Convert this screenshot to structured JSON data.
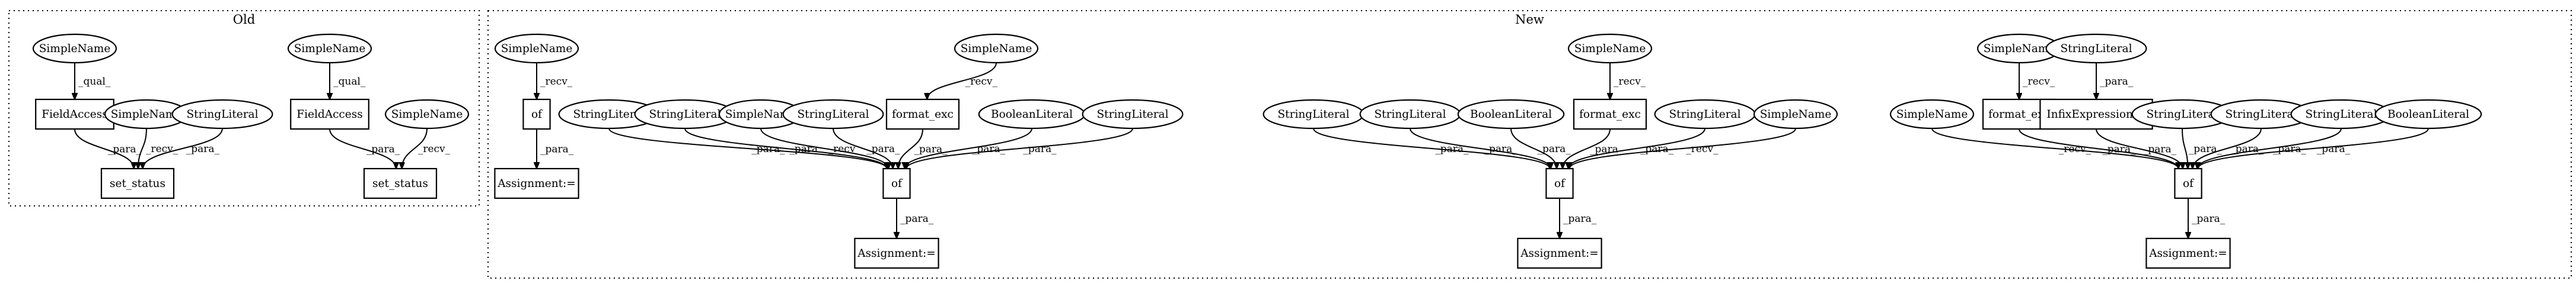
{
  "clusters": [
    {
      "id": "old",
      "label": "Old"
    },
    {
      "id": "new",
      "label": "New"
    }
  ],
  "nodes": [
    {
      "id": "o_sn1",
      "label": "SimpleName",
      "shape": "ellipse"
    },
    {
      "id": "o_fa1",
      "label": "FieldAccess",
      "shape": "box"
    },
    {
      "id": "o_sn2",
      "label": "SimpleName",
      "shape": "ellipse"
    },
    {
      "id": "o_sl1",
      "label": "StringLiteral",
      "shape": "ellipse"
    },
    {
      "id": "o_ss1",
      "label": "set_status",
      "shape": "box"
    },
    {
      "id": "o_sn3",
      "label": "SimpleName",
      "shape": "ellipse"
    },
    {
      "id": "o_fa2",
      "label": "FieldAccess",
      "shape": "box"
    },
    {
      "id": "o_sn4",
      "label": "SimpleName",
      "shape": "ellipse"
    },
    {
      "id": "o_ss2",
      "label": "set_status",
      "shape": "box"
    },
    {
      "id": "a_sn",
      "label": "SimpleName",
      "shape": "ellipse"
    },
    {
      "id": "a_of",
      "label": "of",
      "shape": "box"
    },
    {
      "id": "a_asg",
      "label": "Assignment:=",
      "shape": "box"
    },
    {
      "id": "b_sn_top",
      "label": "SimpleName",
      "shape": "ellipse"
    },
    {
      "id": "b_sl1",
      "label": "StringLiteral",
      "shape": "ellipse"
    },
    {
      "id": "b_sl2",
      "label": "StringLiteral",
      "shape": "ellipse"
    },
    {
      "id": "b_sn",
      "label": "SimpleName",
      "shape": "ellipse"
    },
    {
      "id": "b_sl3",
      "label": "StringLiteral",
      "shape": "ellipse"
    },
    {
      "id": "b_fe",
      "label": "format_exc",
      "shape": "box"
    },
    {
      "id": "b_bl",
      "label": "BooleanLiteral",
      "shape": "ellipse"
    },
    {
      "id": "b_sl4",
      "label": "StringLiteral",
      "shape": "ellipse"
    },
    {
      "id": "b_of",
      "label": "of",
      "shape": "box"
    },
    {
      "id": "b_asg",
      "label": "Assignment:=",
      "shape": "box"
    },
    {
      "id": "c_sn_top",
      "label": "SimpleName",
      "shape": "ellipse"
    },
    {
      "id": "c_sl1",
      "label": "StringLiteral",
      "shape": "ellipse"
    },
    {
      "id": "c_sl2",
      "label": "StringLiteral",
      "shape": "ellipse"
    },
    {
      "id": "c_bl",
      "label": "BooleanLiteral",
      "shape": "ellipse"
    },
    {
      "id": "c_fe",
      "label": "format_exc",
      "shape": "box"
    },
    {
      "id": "c_sl3",
      "label": "StringLiteral",
      "shape": "ellipse"
    },
    {
      "id": "c_sn",
      "label": "SimpleName",
      "shape": "ellipse"
    },
    {
      "id": "c_of",
      "label": "of",
      "shape": "box"
    },
    {
      "id": "c_asg",
      "label": "Assignment:=",
      "shape": "box"
    },
    {
      "id": "d_sn_top",
      "label": "SimpleName",
      "shape": "ellipse"
    },
    {
      "id": "d_sl_top",
      "label": "StringLiteral",
      "shape": "ellipse"
    },
    {
      "id": "d_sn",
      "label": "SimpleName",
      "shape": "ellipse"
    },
    {
      "id": "d_fe",
      "label": "format_exc",
      "shape": "box"
    },
    {
      "id": "d_ie",
      "label": "InfixExpression:+",
      "shape": "box"
    },
    {
      "id": "d_sl1",
      "label": "StringLiteral",
      "shape": "ellipse"
    },
    {
      "id": "d_sl2",
      "label": "StringLiteral",
      "shape": "ellipse"
    },
    {
      "id": "d_sl3",
      "label": "StringLiteral",
      "shape": "ellipse"
    },
    {
      "id": "d_bl",
      "label": "BooleanLiteral",
      "shape": "ellipse"
    },
    {
      "id": "d_of",
      "label": "of",
      "shape": "box"
    },
    {
      "id": "d_asg",
      "label": "Assignment:=",
      "shape": "box"
    }
  ],
  "edges": [
    {
      "from": "o_sn1",
      "to": "o_fa1",
      "label": "_qual_"
    },
    {
      "from": "o_fa1",
      "to": "o_ss1",
      "label": "_para_"
    },
    {
      "from": "o_sn2",
      "to": "o_ss1",
      "label": "_recv_"
    },
    {
      "from": "o_sl1",
      "to": "o_ss1",
      "label": "_para_"
    },
    {
      "from": "o_sn3",
      "to": "o_fa2",
      "label": "_qual_"
    },
    {
      "from": "o_fa2",
      "to": "o_ss2",
      "label": "_para_"
    },
    {
      "from": "o_sn4",
      "to": "o_ss2",
      "label": "_recv_"
    },
    {
      "from": "a_sn",
      "to": "a_of",
      "label": "_recv_"
    },
    {
      "from": "a_of",
      "to": "a_asg",
      "label": "_para_"
    },
    {
      "from": "b_sn_top",
      "to": "b_fe",
      "label": "_recv_"
    },
    {
      "from": "b_sl1",
      "to": "b_of",
      "label": "_para_"
    },
    {
      "from": "b_sl2",
      "to": "b_of",
      "label": "_para_"
    },
    {
      "from": "b_sn",
      "to": "b_of",
      "label": "_recv_"
    },
    {
      "from": "b_sl3",
      "to": "b_of",
      "label": "_para_"
    },
    {
      "from": "b_fe",
      "to": "b_of",
      "label": "_para_"
    },
    {
      "from": "b_bl",
      "to": "b_of",
      "label": "_para_"
    },
    {
      "from": "b_sl4",
      "to": "b_of",
      "label": "_para_"
    },
    {
      "from": "b_of",
      "to": "b_asg",
      "label": "_para_"
    },
    {
      "from": "c_sn_top",
      "to": "c_fe",
      "label": "_recv_"
    },
    {
      "from": "c_sl1",
      "to": "c_of",
      "label": "_para_"
    },
    {
      "from": "c_sl2",
      "to": "c_of",
      "label": "_para_"
    },
    {
      "from": "c_bl",
      "to": "c_of",
      "label": "_para_"
    },
    {
      "from": "c_fe",
      "to": "c_of",
      "label": "_para_"
    },
    {
      "from": "c_sl3",
      "to": "c_of",
      "label": "_para_"
    },
    {
      "from": "c_sn",
      "to": "c_of",
      "label": "_recv_"
    },
    {
      "from": "c_of",
      "to": "c_asg",
      "label": "_para_"
    },
    {
      "from": "d_sn_top",
      "to": "d_fe",
      "label": "_recv_"
    },
    {
      "from": "d_sl_top",
      "to": "d_ie",
      "label": "_para_"
    },
    {
      "from": "d_sn",
      "to": "d_of",
      "label": "_recv_"
    },
    {
      "from": "d_fe",
      "to": "d_of",
      "label": "_para_"
    },
    {
      "from": "d_ie",
      "to": "d_of",
      "label": "_para_"
    },
    {
      "from": "d_sl1",
      "to": "d_of",
      "label": "_para_"
    },
    {
      "from": "d_sl2",
      "to": "d_of",
      "label": "_para_"
    },
    {
      "from": "d_sl3",
      "to": "d_of",
      "label": "_para_"
    },
    {
      "from": "d_bl",
      "to": "d_of",
      "label": "_para_"
    },
    {
      "from": "d_of",
      "to": "d_asg",
      "label": "_para_"
    }
  ]
}
